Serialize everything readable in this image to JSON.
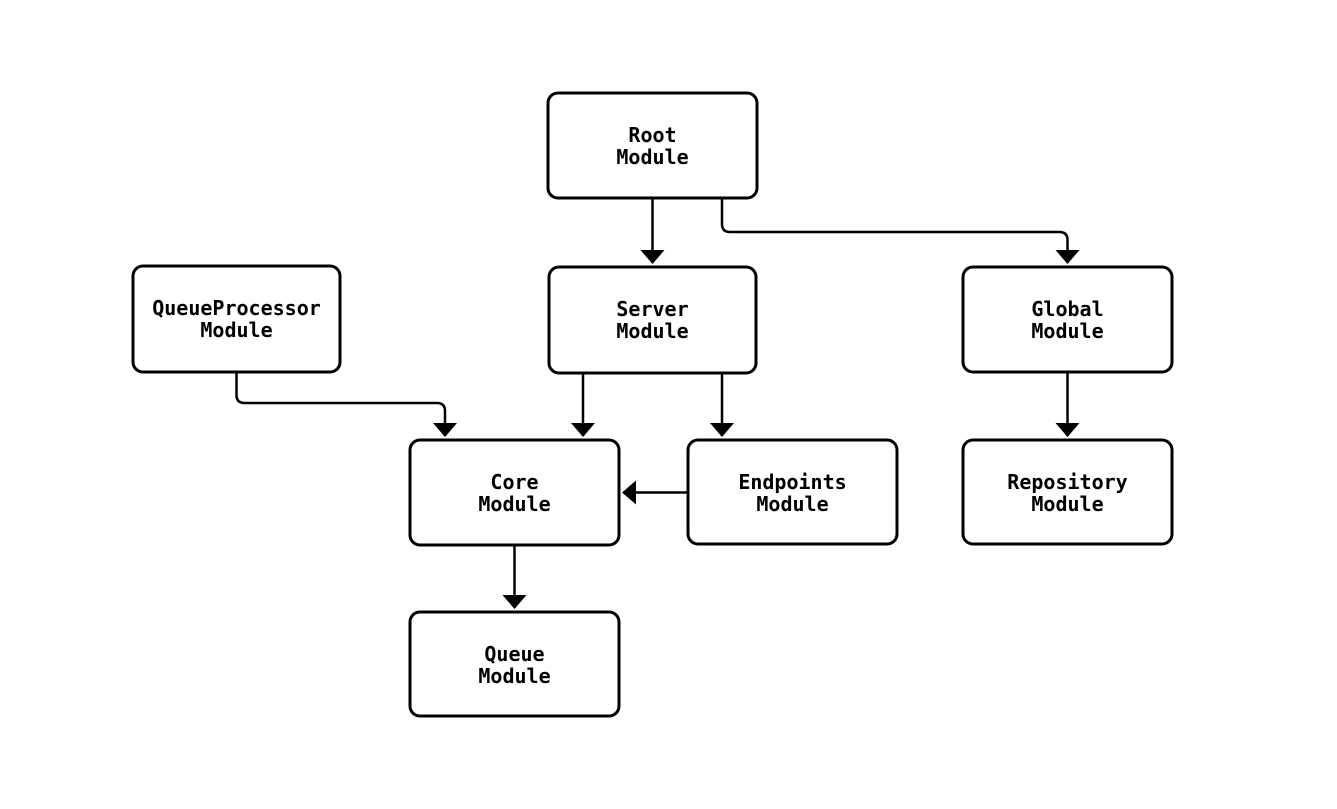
{
  "diagram": {
    "type": "module-dependency-graph",
    "background_color": "#ffffff",
    "node_fill_color": "#ffffff",
    "node_border_color": "#000000",
    "edge_color": "#000000",
    "nodes": {
      "root": {
        "line1": "Root",
        "line2": "Module"
      },
      "queueprocessor": {
        "line1": "QueueProcessor",
        "line2": "Module"
      },
      "server": {
        "line1": "Server",
        "line2": "Module"
      },
      "global": {
        "line1": "Global",
        "line2": "Module"
      },
      "core": {
        "line1": "Core",
        "line2": "Module"
      },
      "endpoints": {
        "line1": "Endpoints",
        "line2": "Module"
      },
      "repository": {
        "line1": "Repository",
        "line2": "Module"
      },
      "queue": {
        "line1": "Queue",
        "line2": "Module"
      }
    },
    "edges": [
      {
        "from": "Root Module",
        "to": "Server Module"
      },
      {
        "from": "Root Module",
        "to": "Global Module"
      },
      {
        "from": "QueueProcessor Module",
        "to": "Core Module"
      },
      {
        "from": "Server Module",
        "to": "Core Module"
      },
      {
        "from": "Server Module",
        "to": "Endpoints Module"
      },
      {
        "from": "Endpoints Module",
        "to": "Core Module"
      },
      {
        "from": "Global Module",
        "to": "Repository Module"
      },
      {
        "from": "Core Module",
        "to": "Queue Module"
      }
    ]
  }
}
